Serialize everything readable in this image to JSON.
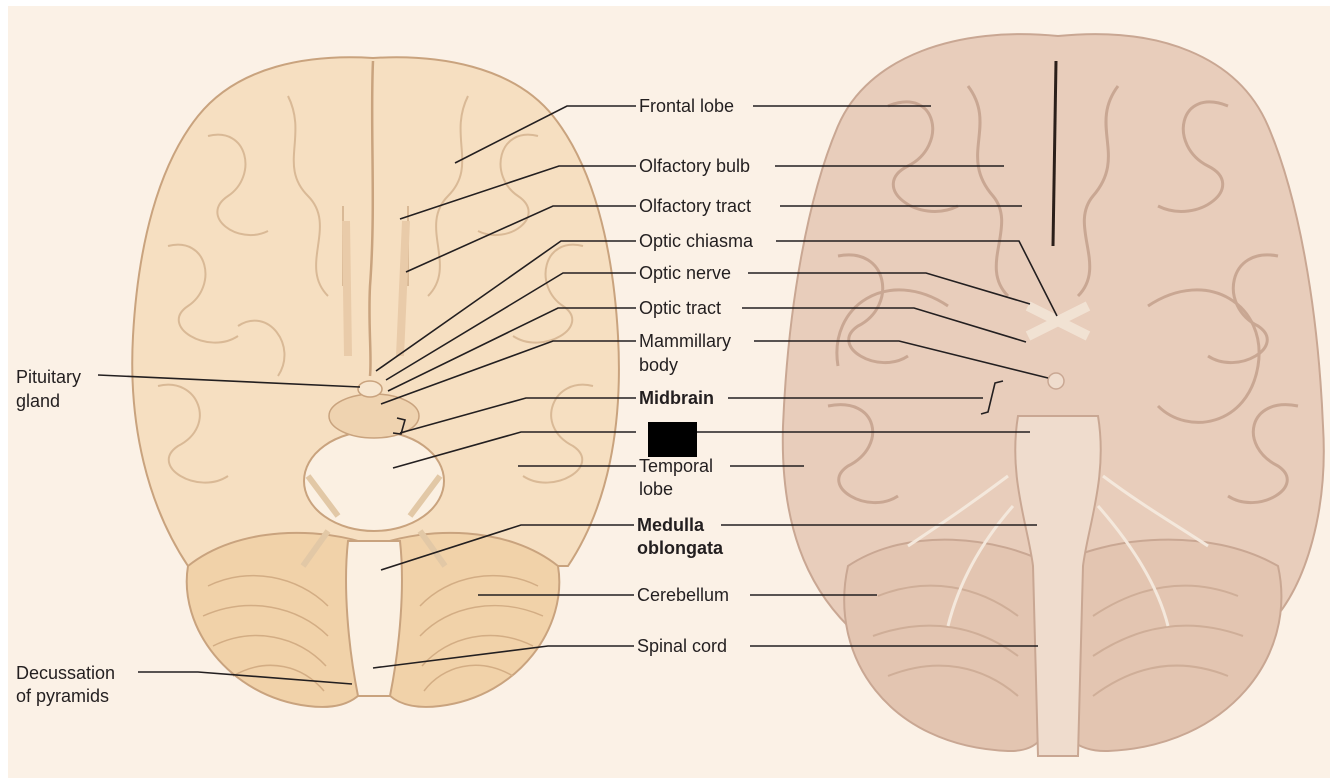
{
  "labels": {
    "frontal_lobe": "Frontal lobe",
    "olfactory_bulb": "Olfactory bulb",
    "olfactory_tract": "Olfactory tract",
    "optic_chiasma": "Optic chiasma",
    "optic_nerve": "Optic nerve",
    "optic_tract": "Optic tract",
    "mammillary_body_line1": "Mammillary",
    "mammillary_body_line2": "body",
    "midbrain": "Midbrain",
    "temporal_lobe_line1": "Temporal",
    "temporal_lobe_line2": "lobe",
    "medulla_line1": "Medulla",
    "medulla_line2": "oblongata",
    "cerebellum": "Cerebellum",
    "spinal_cord": "Spinal cord",
    "pituitary_line1": "Pituitary",
    "pituitary_line2": "gland",
    "decussation_line1": "Decussation",
    "decussation_line2": "of pyramids"
  },
  "colors": {
    "background": "#fbf1e6",
    "illustration_fill": "#f6dfc1",
    "illustration_stroke": "#c9a37e",
    "photo_fill": "#e8cdbb",
    "photo_fold": "#c9a793",
    "leader_line": "#231f20",
    "hidden_label_box": "#000000"
  }
}
